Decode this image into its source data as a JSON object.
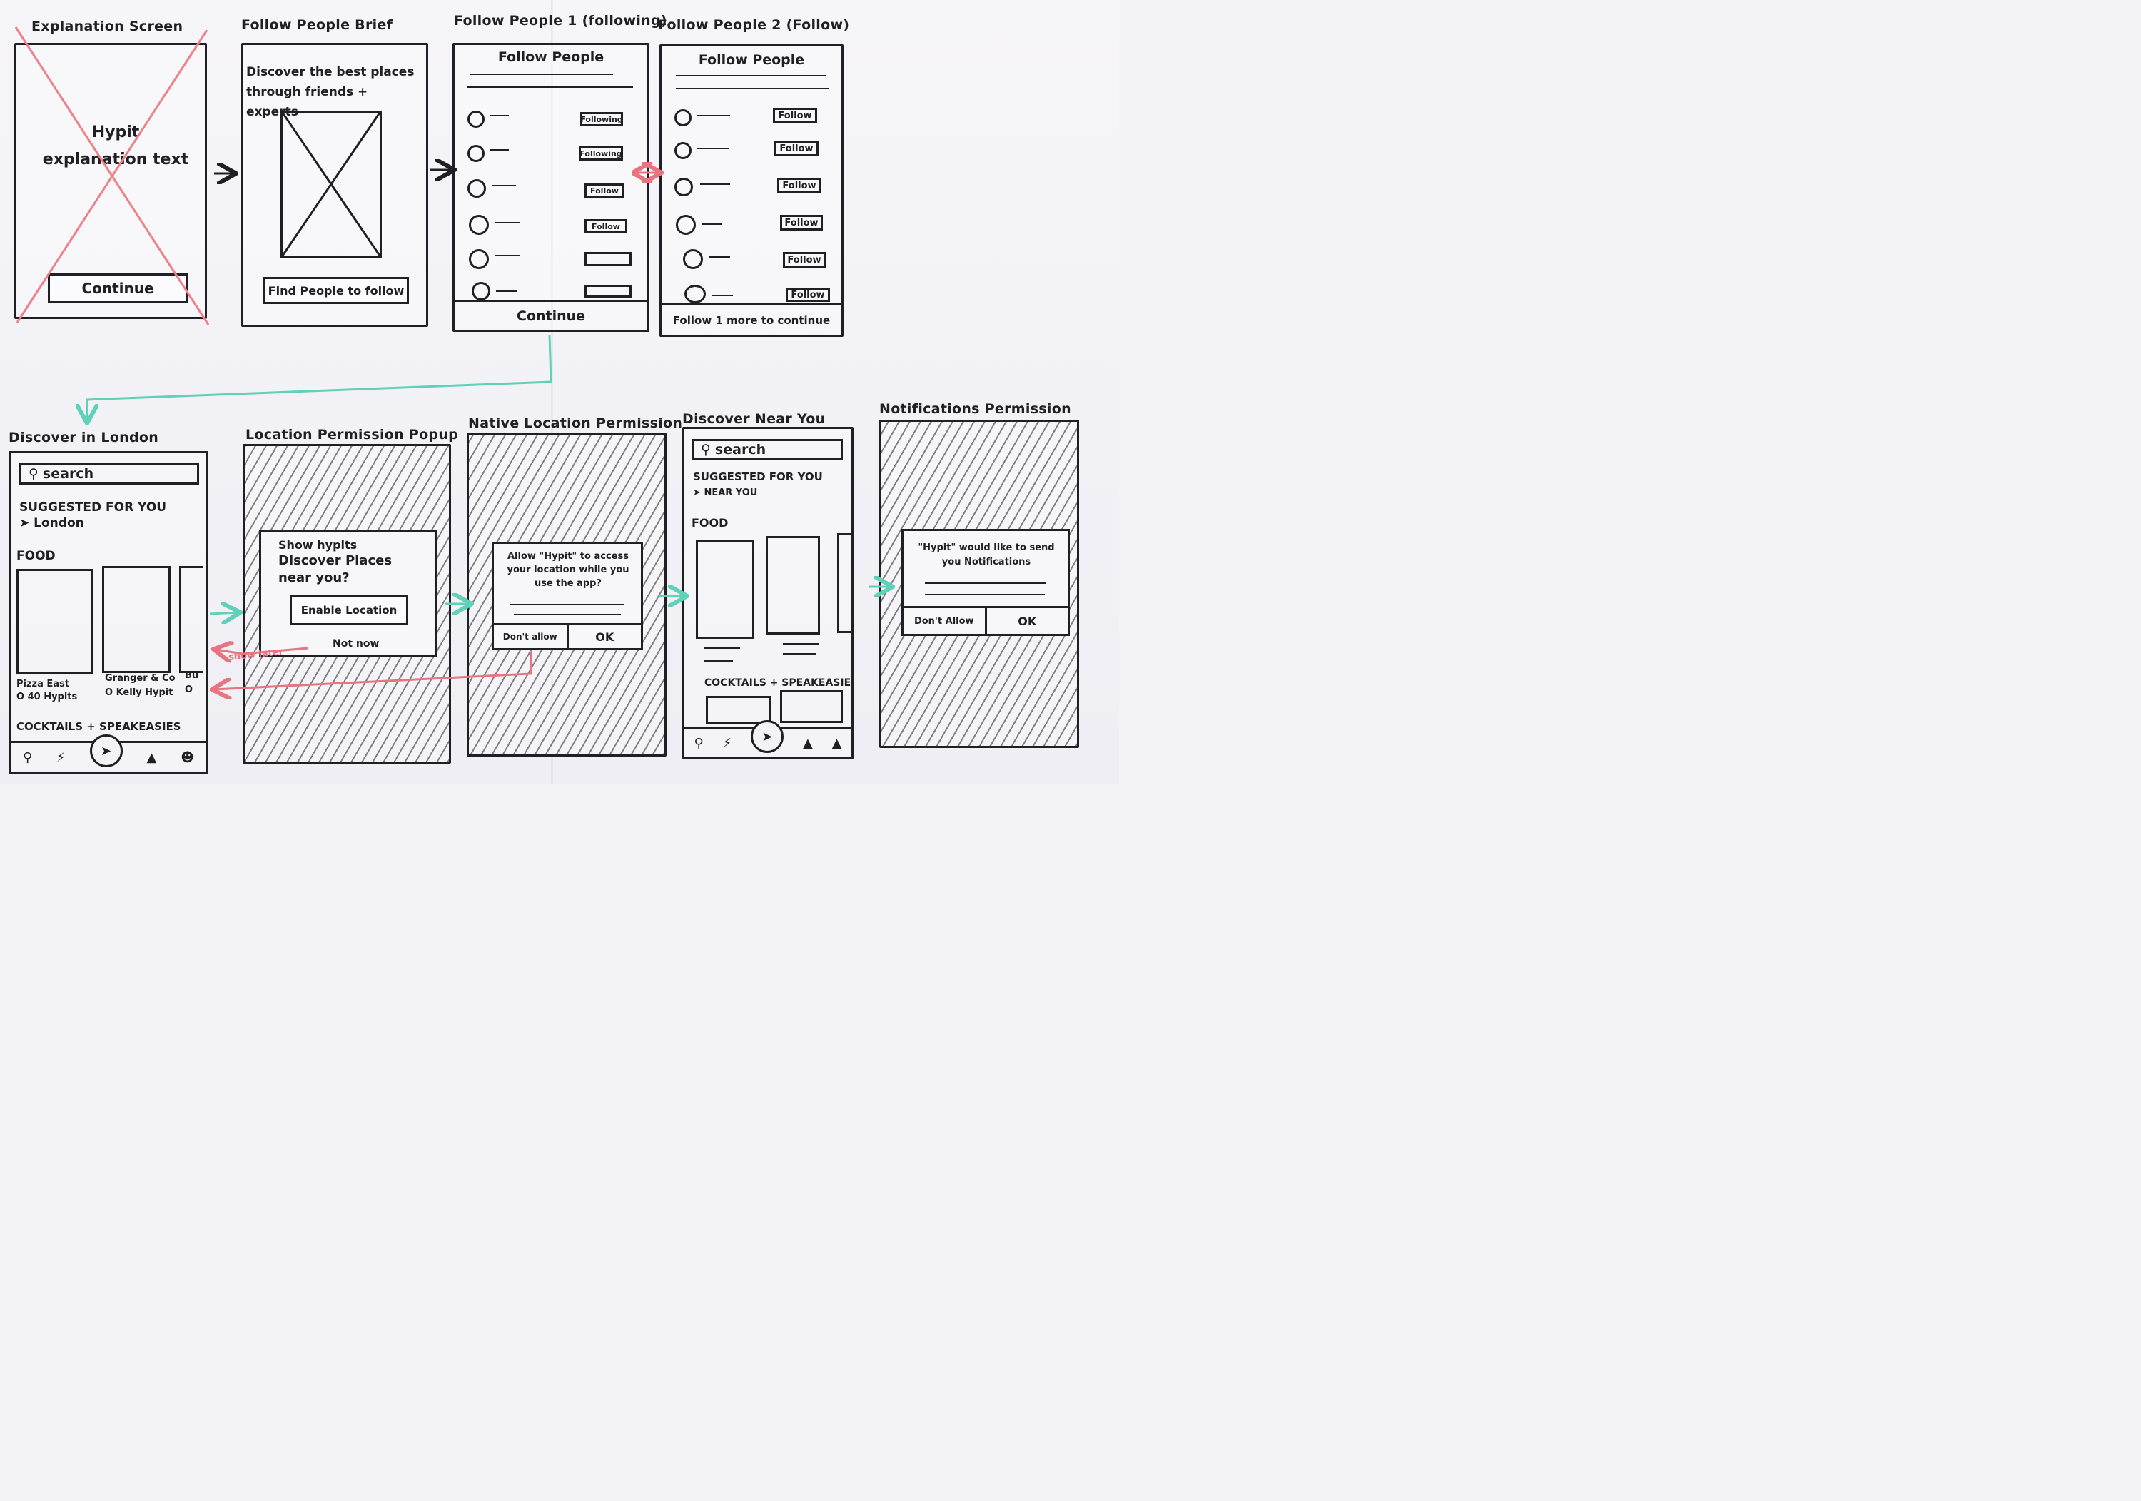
{
  "colors": {
    "ink": "#1f1f24",
    "flow_arrow": "#5fd1b8",
    "reject_arrow": "#e8747f",
    "strike": "#ef8088",
    "paper": "#f3f2f7"
  },
  "screens": {
    "explanation": {
      "label": "Explanation Screen",
      "body": "Hypit explanation text",
      "button": "Continue",
      "rejected": true
    },
    "follow_brief": {
      "label": "Follow People Brief",
      "text": "Discover the best places through friends + experts",
      "image": "image-placeholder-icon",
      "button": "Find People to follow"
    },
    "follow_1": {
      "label": "Follow People 1 (following)",
      "title": "Follow People",
      "rows": [
        {
          "button": "Following"
        },
        {
          "button": "Following"
        },
        {
          "button": "Follow"
        },
        {
          "button": "Follow"
        },
        {
          "button": ""
        },
        {
          "button": ""
        }
      ],
      "footer": "Continue"
    },
    "follow_2": {
      "label": "Follow People 2 (Follow)",
      "title": "Follow People",
      "rows": [
        {
          "button": "Follow"
        },
        {
          "button": "Follow"
        },
        {
          "button": "Follow"
        },
        {
          "button": "Follow"
        },
        {
          "button": "Follow"
        },
        {
          "button": "Follow"
        }
      ],
      "footer": "Follow 1 more to continue"
    },
    "discover_london": {
      "label": "Discover in London",
      "search": "search",
      "suggested": "SUGGESTED FOR YOU",
      "location": "London",
      "section_food": "FOOD",
      "cards": [
        {
          "name": "Pizza East",
          "meta": "O 40 Hypits"
        },
        {
          "name": "Granger & Co",
          "meta": "O Kelly Hypit"
        },
        {
          "name": "Bu",
          "meta": "O"
        }
      ],
      "section_cocktails": "COCKTAILS + SPEAKEASIES",
      "nav": [
        "search-icon",
        "flash-icon",
        "megaphone-icon",
        "bell-icon",
        "profile-icon"
      ]
    },
    "location_popup": {
      "label": "Location Permission Popup",
      "struck": "Show hypits",
      "title": "Discover Places near you?",
      "button": "Enable Location",
      "secondary": "Not now",
      "annotation": "show later"
    },
    "native_location": {
      "label": "Native Location Permission",
      "message": "Allow \"Hypit\" to access your location while you use the app?",
      "deny": "Don't allow",
      "ok": "OK"
    },
    "discover_near": {
      "label": "Discover Near You",
      "search": "search",
      "suggested": "SUGGESTED FOR YOU",
      "location": "NEAR YOU",
      "section_food": "FOOD",
      "section_cocktails": "COCKTAILS + SPEAKEASIES",
      "nav": [
        "search-icon",
        "flash-icon",
        "megaphone-icon",
        "bell-icon",
        "bell-icon"
      ]
    },
    "notifications": {
      "label": "Notifications Permission",
      "message": "\"Hypit\" would like to send you Notifications",
      "deny": "Don't Allow",
      "ok": "OK"
    }
  }
}
